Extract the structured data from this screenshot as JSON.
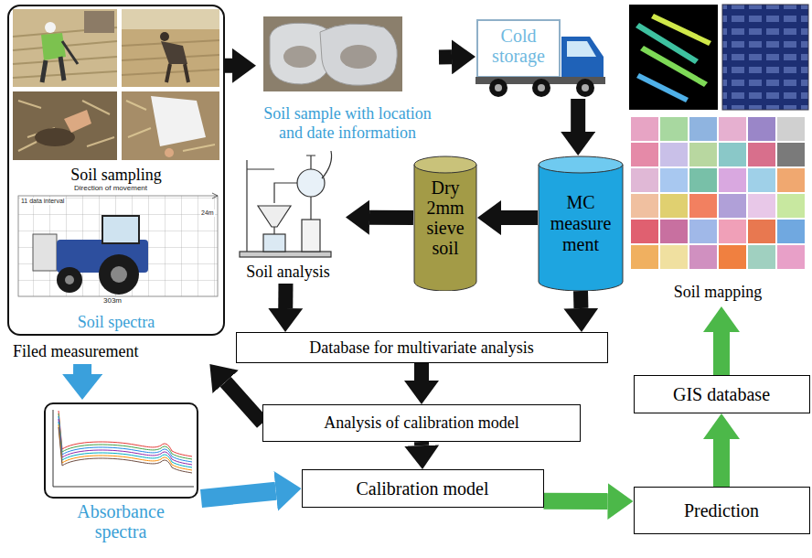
{
  "diagram": {
    "nodes": [
      {
        "text": [
          "Soil sampling",
          "Soil spectra",
          "Filed measurement"
        ]
      },
      {
        "text": [
          "Soil sample with location and date information"
        ]
      },
      {
        "text": [
          "Cold storage"
        ]
      },
      {
        "text": [
          "MC measure ment"
        ]
      },
      {
        "text": [
          "Dry 2mm sieve soil"
        ]
      },
      {
        "text": [
          "Soil analysis"
        ]
      },
      {
        "text": [
          "Database for multivariate analysis"
        ]
      },
      {
        "text": [
          "Analysis of calibration model"
        ]
      },
      {
        "text": [
          "Calibration model"
        ]
      },
      {
        "text": [
          "Absorbance spectra"
        ]
      },
      {
        "text": [
          "Prediction"
        ]
      },
      {
        "text": [
          "GIS database"
        ]
      },
      {
        "text": [
          "Soil mapping"
        ]
      }
    ],
    "edges": [
      {
        "from": 0,
        "to": 1,
        "arrow": "to"
      },
      {
        "from": 1,
        "to": 2,
        "arrow": "to"
      },
      {
        "from": 2,
        "to": 3,
        "arrow": "to"
      },
      {
        "from": 3,
        "to": 4,
        "arrow": "to"
      },
      {
        "from": 4,
        "to": 5,
        "arrow": "to"
      },
      {
        "from": 5,
        "to": 6,
        "arrow": "to"
      },
      {
        "from": 3,
        "to": 6,
        "arrow": "to"
      },
      {
        "from": 7,
        "to": 0,
        "arrow": "to"
      },
      {
        "from": 6,
        "to": 7,
        "arrow": "to"
      },
      {
        "from": 7,
        "to": 8,
        "arrow": "to"
      },
      {
        "from": 0,
        "to": 9,
        "arrow": "to"
      },
      {
        "from": 9,
        "to": 8,
        "arrow": "to"
      },
      {
        "from": 8,
        "to": 10,
        "arrow": "to"
      },
      {
        "from": 10,
        "to": 11,
        "arrow": "to"
      },
      {
        "from": 11,
        "to": 12,
        "arrow": "to"
      }
    ],
    "labels": [
      "Direction of movement",
      "11 data interval",
      "24m",
      "303m"
    ]
  }
}
